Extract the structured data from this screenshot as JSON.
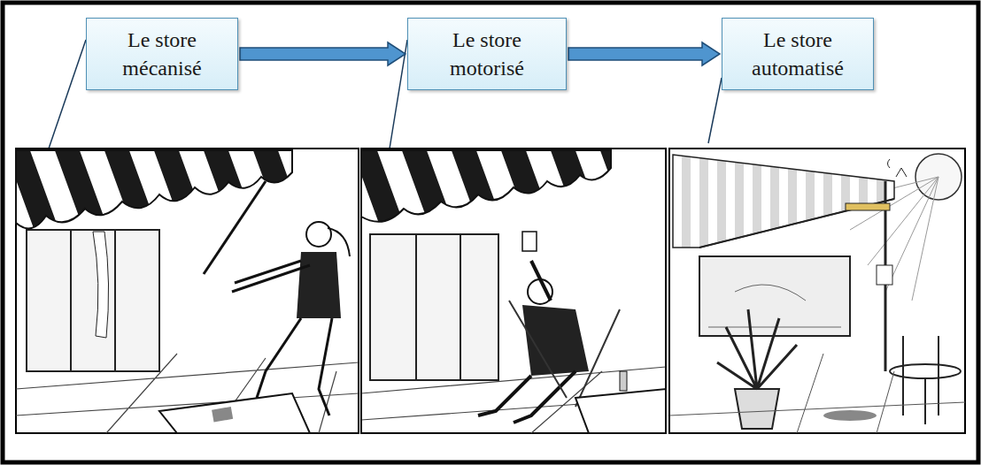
{
  "diagram": {
    "nodes": [
      {
        "text": [
          "Le store mécanisé"
        ]
      },
      {
        "text": [
          "Le store motorisé"
        ]
      },
      {
        "text": [
          "Le store automatisé"
        ]
      }
    ],
    "edges": [
      {
        "from": 0,
        "to": 1,
        "arrow": "to"
      },
      {
        "from": 1,
        "to": 2,
        "arrow": "to"
      }
    ]
  }
}
